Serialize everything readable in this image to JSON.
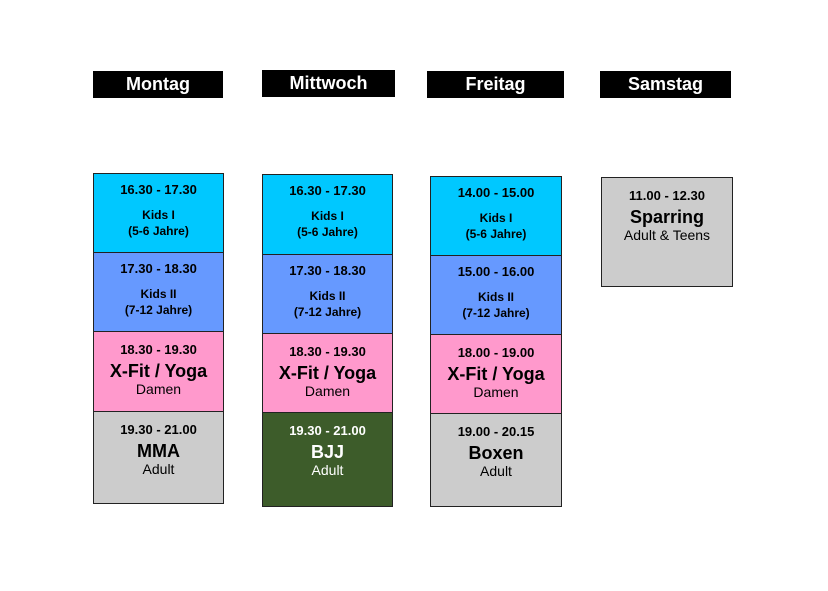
{
  "colors": {
    "kids1": "#00c8ff",
    "kids2": "#6699ff",
    "xfit": "#ff99cc",
    "adult": "#cccccc",
    "bjj": "#3d5c2a"
  },
  "days": [
    {
      "name": "Montag",
      "slots": [
        {
          "time": "16.30 - 17.30",
          "title": "Kids I",
          "subtitle": "(5-6 Jahre)",
          "style": "small",
          "color": "#00c8ff"
        },
        {
          "time": "17.30 - 18.30",
          "title": "Kids II",
          "subtitle": "(7-12 Jahre)",
          "style": "small",
          "color": "#6699ff"
        },
        {
          "time": "18.30 - 19.30",
          "title": "X-Fit / Yoga",
          "subtitle": "Damen",
          "style": "big",
          "color": "#ff99cc"
        },
        {
          "time": "19.30 - 21.00",
          "title": "MMA",
          "subtitle": "Adult",
          "style": "big",
          "color": "#cccccc"
        }
      ]
    },
    {
      "name": "Mittwoch",
      "slots": [
        {
          "time": "16.30 - 17.30",
          "title": "Kids I",
          "subtitle": "(5-6 Jahre)",
          "style": "small",
          "color": "#00c8ff"
        },
        {
          "time": "17.30 - 18.30",
          "title": "Kids II",
          "subtitle": "(7-12 Jahre)",
          "style": "small",
          "color": "#6699ff"
        },
        {
          "time": "18.30 - 19.30",
          "title": "X-Fit / Yoga",
          "subtitle": "Damen",
          "style": "big",
          "color": "#ff99cc"
        },
        {
          "time": "19.30 - 21.00",
          "title": "BJJ",
          "subtitle": "Adult",
          "style": "big",
          "color": "#3d5c2a",
          "dark": true
        }
      ]
    },
    {
      "name": "Freitag",
      "slots": [
        {
          "time": "14.00 - 15.00",
          "title": "Kids I",
          "subtitle": "(5-6 Jahre)",
          "style": "small",
          "color": "#00c8ff"
        },
        {
          "time": "15.00 - 16.00",
          "title": "Kids II",
          "subtitle": "(7-12 Jahre)",
          "style": "small",
          "color": "#6699ff"
        },
        {
          "time": "18.00 - 19.00",
          "title": "X-Fit / Yoga",
          "subtitle": "Damen",
          "style": "big",
          "color": "#ff99cc"
        },
        {
          "time": "19.00 - 20.15",
          "title": "Boxen",
          "subtitle": "Adult",
          "style": "big",
          "color": "#cccccc"
        }
      ]
    },
    {
      "name": "Samstag",
      "slots": [
        {
          "time": "11.00 - 12.30",
          "title": "Sparring",
          "subtitle": "Adult & Teens",
          "style": "big",
          "color": "#cccccc"
        }
      ]
    }
  ]
}
